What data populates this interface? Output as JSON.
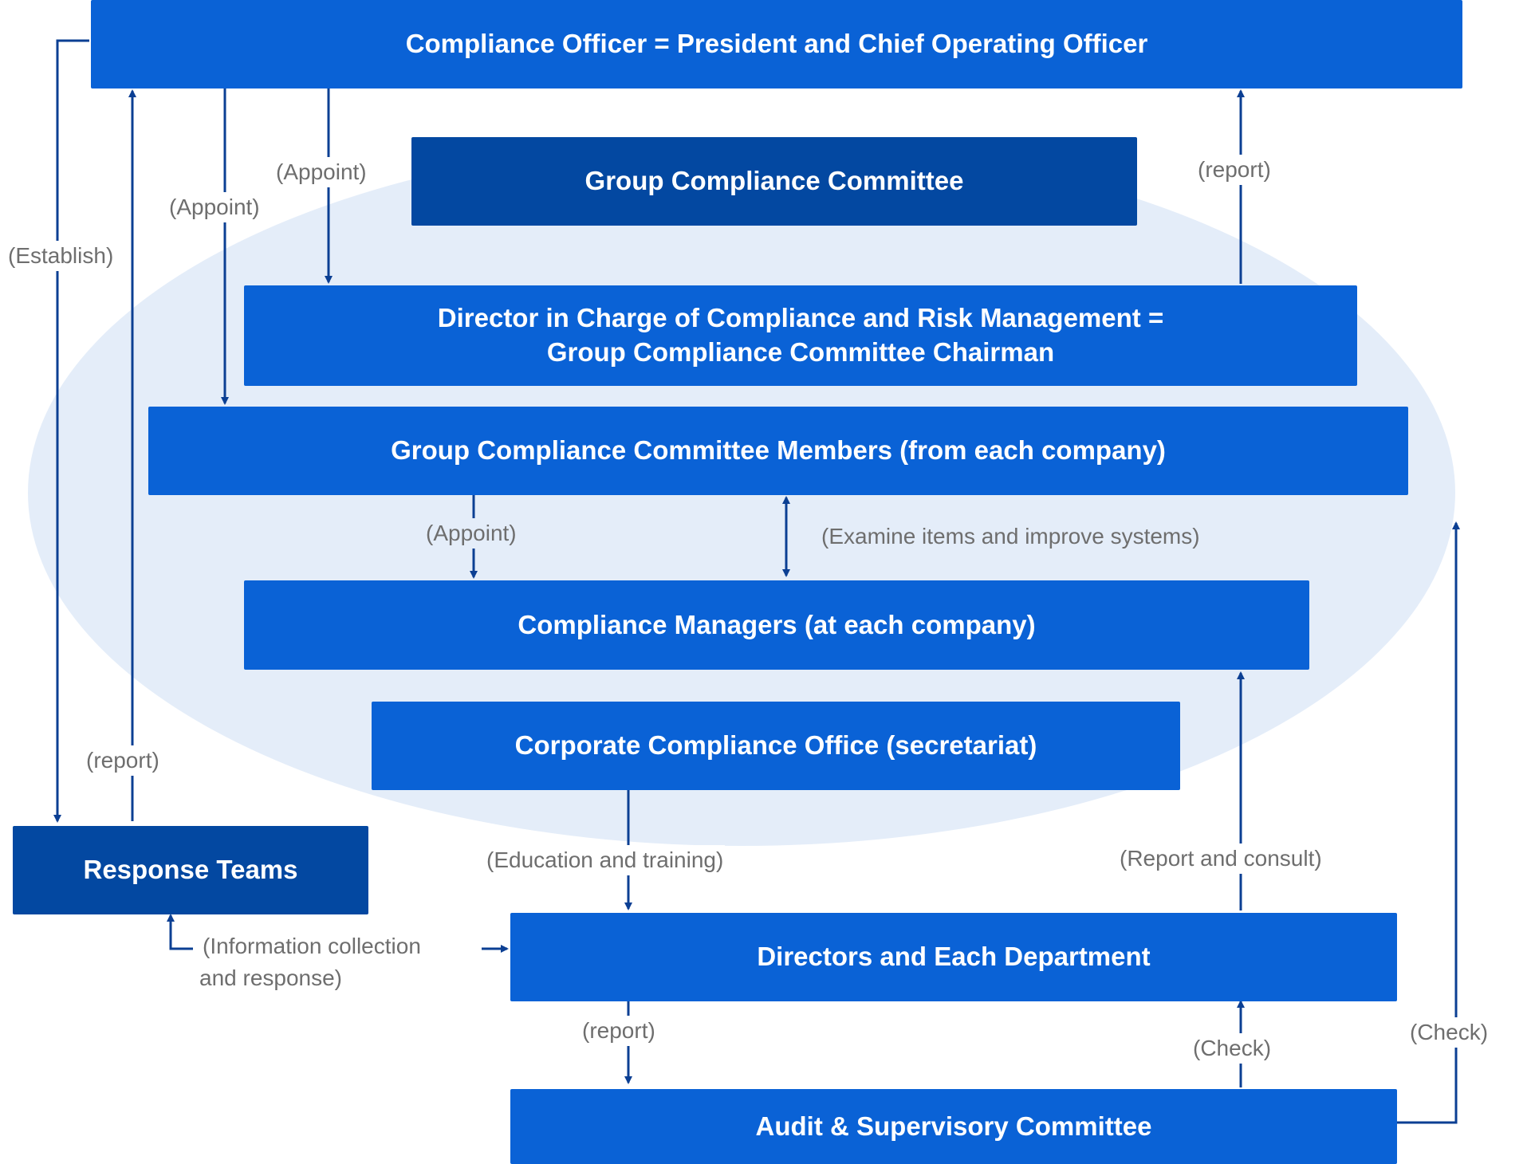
{
  "colors": {
    "box_primary": "#0a62d6",
    "box_dark": "#0348a1",
    "connector": "#0b3f93",
    "ellipse_fill": "#e4edf9",
    "label_text": "#6e6e6e"
  },
  "nodes": {
    "compliance_officer": "Compliance Officer = President and Chief Operating Officer",
    "group_committee": "Group Compliance Committee",
    "director_line1": "Director in Charge of Compliance and Risk Management =",
    "director_line2": "Group Compliance Committee Chairman",
    "committee_members": "Group Compliance Committee Members (from each company)",
    "compliance_managers": "Compliance Managers (at each company)",
    "corporate_office": "Corporate Compliance Office (secretariat)",
    "response_teams": "Response Teams",
    "directors_departments": "Directors and Each Department",
    "audit_committee": "Audit & Supervisory Committee"
  },
  "edge_labels": {
    "establish": "(Establish)",
    "appoint_director": "(Appoint)",
    "appoint_members": "(Appoint)",
    "report_to_officer": "(report)",
    "appoint_managers": "(Appoint)",
    "examine": "(Examine items and improve systems)",
    "report_response": "(report)",
    "education": "(Education and training)",
    "report_consult": "(Report and consult)",
    "info_line1": "(Information collection",
    "info_line2": "and response)",
    "report_audit": "(report)",
    "check_departments": "(Check)",
    "check_managers": "(Check)"
  }
}
